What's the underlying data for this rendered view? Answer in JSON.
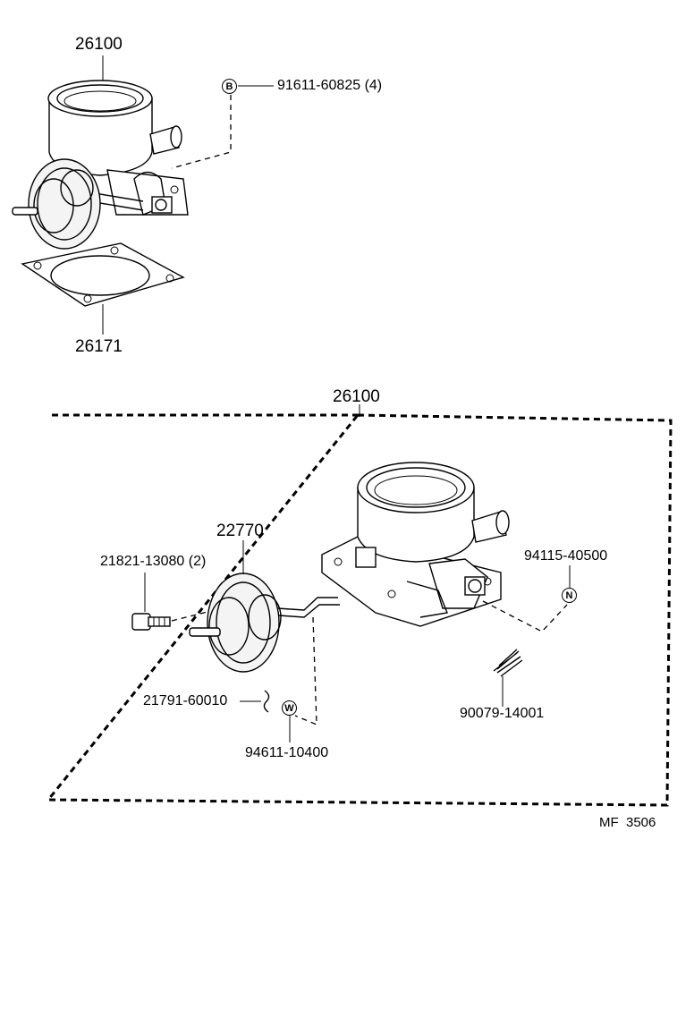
{
  "diagram": {
    "top_assembly": {
      "throttle_body_part": "26100",
      "gasket_part": "26171",
      "bolt_part": "91611-60825 (4)",
      "bolt_badge": "B"
    },
    "bottom_assembly": {
      "throttle_body_part": "26100",
      "dashpot_part": "22770",
      "screw_part": "21821-13080 (2)",
      "clip_part": "21791-60010",
      "washer_part": "94611-10400",
      "washer_badge": "W",
      "nut_part": "94115-40500",
      "nut_badge": "N",
      "spring_part": "90079-14001"
    },
    "figure_code": "MF  3506"
  }
}
